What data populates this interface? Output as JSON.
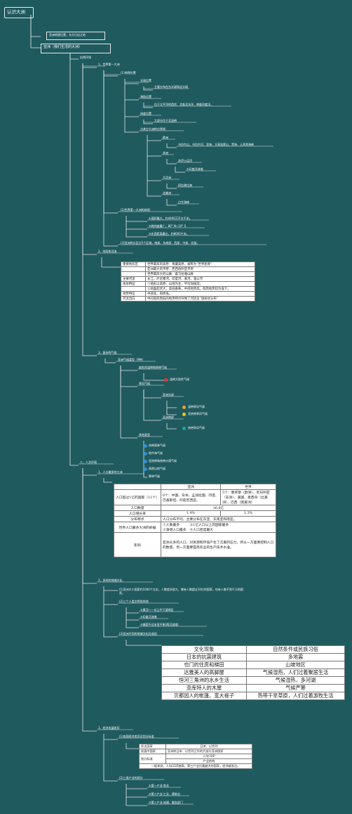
{
  "root": {
    "title": "认识大洲"
  },
  "geo_note": "亚洲地理位置，东方日出之地",
  "asia": {
    "title": "亚洲（我们生活的大洲）"
  },
  "natural": {
    "title": "自然环境",
    "world_first": "1、世界第一大洲",
    "location": {
      "title": "(1)地理位置",
      "half_title": "半球位置",
      "half": "主要分布在东半球和北半球",
      "sea_title": "海陆位置",
      "sea": "位于太平洋的西岸、北临北冰洋、南临印度洋。",
      "lat_title": "纬度位置",
      "lat": "大部分位于北温带",
      "border_title": "与其它大洲的分界线",
      "europe": "欧洲",
      "europe_line": "乌拉尔山、乌拉尔河、里海、大高加索山、黑海、土耳其海峡",
      "africa": "非洲",
      "africa_line": "苏伊士运河",
      "africa_note": "①印度洋流域",
      "oceania": "大洋洲",
      "oceania_line": "阿拉弗拉海",
      "namerica": "北美洲",
      "namerica_line": "白令海峡"
    },
    "size": {
      "title": "(2)世界第一大洲的体现：",
      "i1": "①面积最大，约4400万平方千米。",
      "i2": "②跨纬度最广，80° N~10° S",
      "i3": "③东西距离最长，约8000千米。",
      "i4": "(3)亚洲的分区分5个区域，南部、东南部、西部、中部、北部。"
    },
    "terrain": {
      "title": "2、地形和河流",
      "rows": [
        [
          "重要地形区",
          "世界最高的高原：青藏高原，被称为“世界屋脊”"
        ],
        [
          "",
          "亚洲最大的平原：西西伯利亚平原"
        ],
        [
          "",
          "世界最高大的山脉：喜马拉雅山脉"
        ],
        [
          "主要河流",
          "长江、叶尼塞河、印度河、黄河、湄公河"
        ],
        [
          "地形特征",
          "①地形以高原、山地为主，平均海拔高；"
        ],
        [
          "",
          "②地面起伏大，高低悬殊，中部地势高，四周地势较为低下。"
        ],
        [
          "地势特征",
          "中部高，四周低。"
        ],
        [
          "河流流向",
          "中间高四周低的地势特点导致了河流呈“放射状分布”"
        ]
      ]
    },
    "climate": {
      "title": "3、复杂的气候",
      "types_title": "亚洲气候类型（9种）",
      "temp_title": "缺失的温带和热带气候",
      "temp_note": "温带大陆性气候",
      "monsoon_title": "季风气候",
      "asia_monsoon": "亚洲东部",
      "m1": "温带季风气候",
      "m2": "亚热带季风气候",
      "south_asia": "亚洲南部",
      "m3": "热带季风气候",
      "other_title": "其他类型",
      "o1": "热带雨林气候",
      "o2": "地中海气候",
      "o3": "亚热带和热带沙漠气候",
      "o4": "高原山地气候",
      "o5": "寒带气候"
    }
  },
  "human": {
    "title": "二、人文环境",
    "population": {
      "title": "1、人口最多的大洲",
      "head": [
        "",
        "亚洲",
        "世界"
      ],
      "r1": [
        "人口超过1亿的国家（11个）",
        "6个：中国、日本、孟加拉国、印度、巴基斯坦、印度尼西亚。",
        "5个：俄罗斯（欧洲）、尼日利亚（非洲）、美国、墨西哥（北美洲）、巴西（南美洲）"
      ],
      "r2": [
        "人口数量",
        "36.8亿"
      ],
      "r3": [
        "人口增长率",
        "1.4%",
        "1.3%"
      ],
      "r4": [
        "分布特点",
        "人口分布不均，主要分布在东亚、东南亚和南亚。"
      ],
      "r5": [
        "世界人口最多大洲的依据",
        "①人数最多　　　②1亿人口以上的国家最多",
        "③净增人口最多　④人口密度最大"
      ],
      "r6": [
        "影响",
        "亚洲众多的人口，对资源和环境产生了沉重的压力。所以一方面要控制人口的数量，另一方面要提高农业的生产技术水准。"
      ]
    },
    "culture": {
      "title": "2、多样的地域文化",
      "c1": "(1)亚洲大小国家约1000个左右，人数差异很大，哪有人数超过10亿的国家，也有人数不到千万的国家。",
      "c2": "(2)三个人类文明发祥地",
      "c2a": "①黄河——长江中下游地区",
      "c2b": "②印度河流域",
      "c2c": "③美索不达米亚平原(两河流域)",
      "c3": "(3)亚洲不同的地域文化及成因",
      "head": [
        "文化现象",
        "自然条件或民族习俗"
      ],
      "rows": [
        [
          "日本的抗震建筑",
          "多地震"
        ],
        [
          "也门的住房和梯田",
          "山坡地区"
        ],
        [
          "达雅美人的高脚屋",
          "气候湿热，人们过着聚居生活"
        ],
        [
          "恒河三角洲的水乡生活",
          "气候湿热，多河湖"
        ],
        [
          "亚库特人的木屋",
          "气候严寒"
        ],
        [
          "贝都因人的帐篷、宽大袍子",
          "热带干旱草原，人们过着游牧生活"
        ]
      ]
    },
    "economy": {
      "title": "3、经济发展差异",
      "e1": "(1)各国经济差异及划分标准",
      "rows": [
        [
          "发达国家",
          "日本、以色列"
        ],
        [
          "发展中国家",
          "亚洲除日本、以色列之外的大部分亚洲国家"
        ],
        [
          "划分标准",
          "人均GDP"
        ],
        [
          "",
          "产业结构"
        ],
        [
          "",
          "一般来说，人均GDP越高，第三产业比重越大的国家，经济越发达。"
        ]
      ],
      "e2": "(2)三类产业的划分",
      "e2a": "①第一产业:农业",
      "e2b": "②第二产业:工业、建筑业",
      "e2c": "③第三产业:流通、服务部门"
    }
  },
  "colors": {
    "bg": "#1f5a5f",
    "line": "#e6e6e6",
    "red": "#d9382f",
    "orange": "#f0a020",
    "yellow": "#f2c811",
    "teal": "#1aa89a",
    "blue": "#2c8fd6",
    "green": "#2fbf71"
  }
}
